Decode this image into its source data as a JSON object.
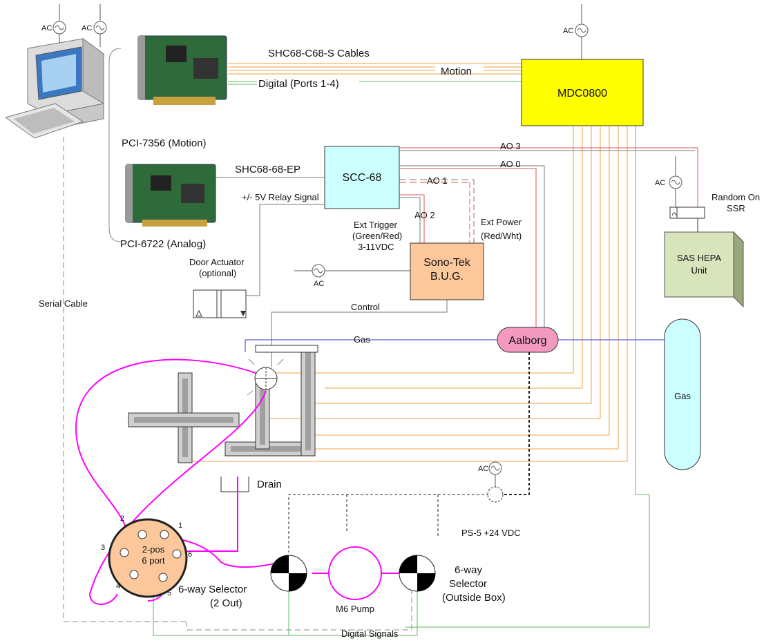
{
  "boxes": {
    "mdc": "MDC0800",
    "scc": "SCC-68",
    "sonotek_line1": "Sono-Tek",
    "sonotek_line2": "B.U.G.",
    "aalborg": "Aalborg",
    "hepa_line1": "SAS HEPA",
    "hepa_line2": "Unit",
    "gas_tank": "Gas",
    "valve_line1": "2-pos",
    "valve_line2": "6 port",
    "pump": "M6 Pump"
  },
  "labels": {
    "shc_cables": "SHC68-C68-S Cables",
    "motion": "Motion",
    "digital_ports": "Digital (Ports 1-4)",
    "pci7356": "PCI-7356 (Motion)",
    "shc68_ep": "SHC68-68-EP",
    "relay_signal": "+/- 5V Relay Signal",
    "pci6722": "PCI-6722 (Analog)",
    "ao3": "AO 3",
    "ao0": "AO 0",
    "ao1": "AO 1",
    "ao2": "AO 2",
    "ext_trigger_1": "Ext Trigger",
    "ext_trigger_2": "(Green/Red)",
    "ext_trigger_3": "3-11VDC",
    "ext_power_1": "Ext Power",
    "ext_power_2": "(Red/Wht)",
    "door_1": "Door Actuator",
    "door_2": "(optional)",
    "control": "Control",
    "gas_line": "Gas",
    "serial_cable": "Serial Cable",
    "random_on_1": "Random On",
    "random_on_2": "SSR",
    "drain": "Drain",
    "ps5": "PS-5 +24 VDC",
    "selector1_1": "6-way Selector",
    "selector1_2": "(2 Out)",
    "selector2_1": "6-way",
    "selector2_2": "Selector",
    "selector2_3": "(Outside Box)",
    "digital_signals": "Digital Signals",
    "ac": "AC",
    "port1": "1",
    "port2": "2",
    "port3": "3",
    "port4": "4",
    "port5": "5",
    "port6": "6"
  },
  "colors": {
    "mdc_fill": "#ffff00",
    "scc_fill": "#ccffff",
    "sonotek_fill": "#fcc89b",
    "aalborg_fill": "#f49ac1",
    "hepa_fill": "#d8e4bc",
    "gas_fill": "#ccffff",
    "valve_fill": "#fcc89b",
    "tubing": "#ff00ff",
    "motion_wire": "#f0a040",
    "digital_wire": "#5cb85c",
    "analog_wire": "#e05050",
    "gas_wire": "#3333cc"
  },
  "icons": [
    "computer-icon",
    "pci-card-icon",
    "ac-source-icon",
    "stage-icon",
    "selector-valve-icon",
    "door-actuator-icon",
    "ssr-icon"
  ]
}
